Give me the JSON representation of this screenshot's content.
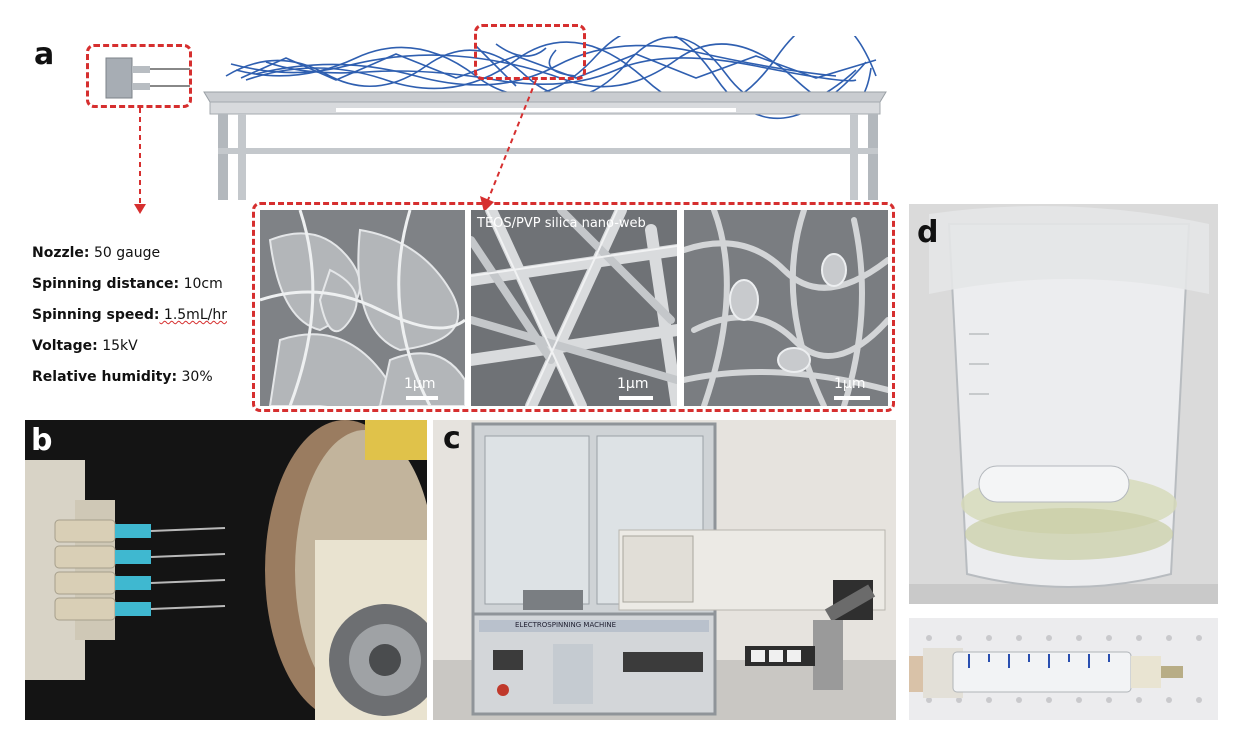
{
  "panels": {
    "a": "a",
    "b": "b",
    "c": "c",
    "d": "d"
  },
  "parameters": [
    {
      "label": "Nozzle:",
      "value": " 50 gauge"
    },
    {
      "label": "Spinning distance:",
      "value": " 10cm"
    },
    {
      "label": "Spinning speed:",
      "value": " 1.5mL/hr"
    },
    {
      "label": "Voltage:",
      "value": " 15kV"
    },
    {
      "label": "Relative humidity:",
      "value": " 30%"
    }
  ],
  "sem": {
    "caption": "TEOS/PVP silica nano-web",
    "scale": "1μm"
  },
  "machine": {
    "panel_text": "ELECTROSPINNING MACHINE"
  },
  "colors": {
    "dashed_outline": "#d62f2f",
    "fiber_blue": "#2f5fb0",
    "needle_cyan": "#3fb8d0"
  }
}
